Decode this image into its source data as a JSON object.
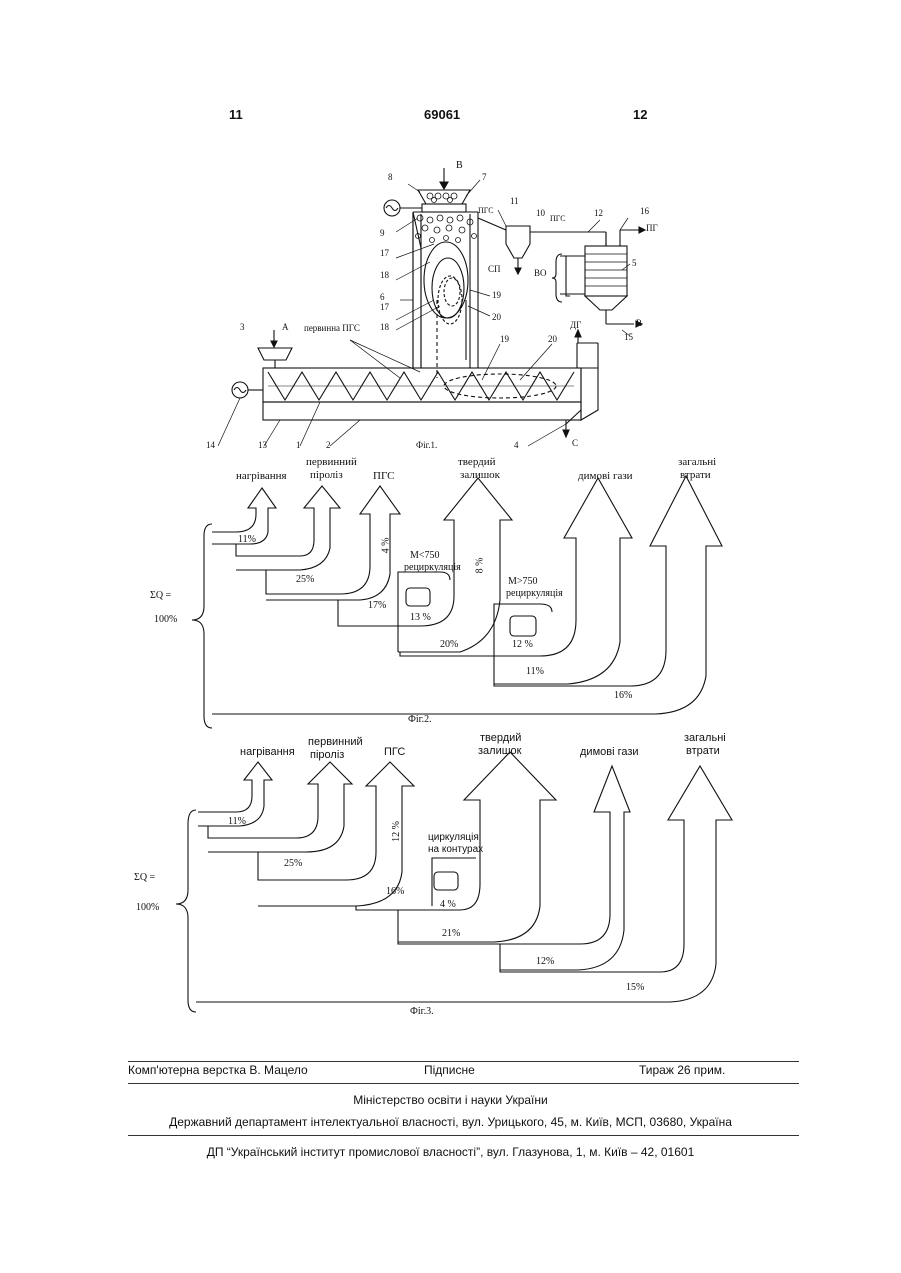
{
  "header": {
    "page_left": "11",
    "patent_number": "69061",
    "page_right": "12"
  },
  "fig1": {
    "caption": "Фіг.1.",
    "labels": {
      "n1": "1",
      "n2": "2",
      "n3": "3",
      "n4": "4",
      "n5": "5",
      "n6": "6",
      "n7": "7",
      "n8": "8",
      "n9": "9",
      "n10": "10",
      "n11": "11",
      "n12": "12",
      "n13": "13",
      "n14": "14",
      "n15": "15",
      "n16": "16",
      "n17": "17",
      "n17b": "17",
      "n18": "18",
      "n18b": "18",
      "n19": "19",
      "n19b": "19",
      "n20": "20",
      "n20b": "20",
      "A": "A",
      "B": "B",
      "C": "C",
      "R": "R",
      "pgs1": "ПГС",
      "pgs2": "ПГС",
      "pg": "ПГ",
      "sp": "СП",
      "vo": "ВО",
      "dg": "ДГ",
      "primary_pgs": "первинна ПГС"
    }
  },
  "fig2": {
    "caption": "Фіг.2.",
    "sum_label": "ΣQ =",
    "sum_value": "100%",
    "categories": {
      "heating": "нагрівання",
      "primary_pyrolysis_1": "первинний",
      "primary_pyrolysis_2": "піроліз",
      "pgs": "ПГС",
      "solid_residue_1": "твердий",
      "solid_residue_2": "залишок",
      "flue_gases": "димові гази",
      "total_losses_1": "загальні",
      "total_losses_2": "втрати"
    },
    "values": {
      "heating": "11%",
      "pyrolysis": "25%",
      "pgs_stream": "17%",
      "pgs_out": "4 %",
      "recirc1": "13 %",
      "solid_stream": "20%",
      "solid_out": "8 %",
      "recirc2": "12 %",
      "flue": "11%",
      "losses": "16%"
    },
    "recirc1_cond": "M<750",
    "recirc1_label": "рециркуляція",
    "recirc2_cond": "M>750",
    "recirc2_label": "рециркуляція"
  },
  "fig3": {
    "caption": "Фіг.3.",
    "sum_label": "ΣQ =",
    "sum_value": "100%",
    "categories": {
      "heating": "нагрівання",
      "primary_pyrolysis_1": "первинний",
      "primary_pyrolysis_2": "піроліз",
      "pgs": "ПГС",
      "solid_residue_1": "твердий",
      "solid_residue_2": "залишок",
      "flue_gases": "димові гази",
      "total_losses_1": "загальні",
      "total_losses_2": "втрати"
    },
    "values": {
      "heating": "11%",
      "pyrolysis": "25%",
      "pgs_stream": "16%",
      "pgs_out": "12 %",
      "circ": "4 %",
      "solid_stream": "21%",
      "flue": "12%",
      "losses": "15%"
    },
    "circ_label_1": "циркуляція",
    "circ_label_2": "на контурах"
  },
  "footer": {
    "layout": "Комп'ютерна верстка В. Мацело",
    "signed": "Підписне",
    "circulation": "Тираж 26 прим.",
    "ministry": "Міністерство освіти і науки України",
    "department": "Державний департамент інтелектуальної власності, вул. Урицького, 45, м. Київ, МСП, 03680, Україна",
    "institute": "ДП “Український інститут промислової власності”, вул. Глазунова, 1, м. Київ – 42, 01601"
  }
}
